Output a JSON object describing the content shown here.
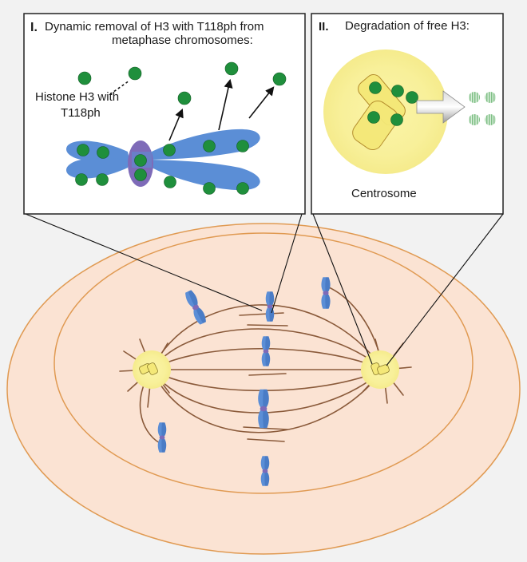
{
  "panel1": {
    "number": "I.",
    "title_line1": "Dynamic removal of H3 with T118ph from",
    "title_line2": "metaphase chromosomes:",
    "label_line1": "Histone H3 with",
    "label_line2": "T118ph"
  },
  "panel2": {
    "number": "II.",
    "title": "Degradation of free H3:",
    "label": "Centrosome"
  },
  "colors": {
    "background": "#f2f2f2",
    "cell_outer": "#fbe3d3",
    "cell_border": "#e09a52",
    "spindle_fiber": "#8a5a3a",
    "centrosome_glow": "#f8f09a",
    "centriole": "#f4e878",
    "chromosome": "#5b8ed6",
    "histone": "#1f8f3c",
    "kinetochore": "#7e6bb8",
    "arrow": "#a8a8a8"
  },
  "icons": [
    "chromosome-icon",
    "centriole-icon",
    "histone-dot-icon",
    "degradation-arrow-icon"
  ]
}
